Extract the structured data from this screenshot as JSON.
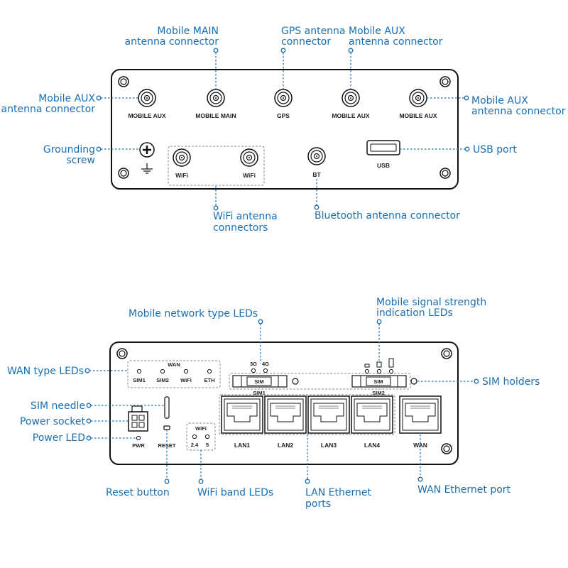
{
  "top_panel": {
    "connector_labels": {
      "mobile_aux_left": "MOBILE AUX",
      "mobile_main": "MOBILE MAIN",
      "gps": "GPS",
      "mobile_aux_mid": "MOBILE AUX",
      "mobile_aux_right": "MOBILE AUX",
      "wifi_left": "WiFi",
      "wifi_right": "WiFi",
      "bt": "BT",
      "usb": "USB"
    },
    "callouts": {
      "mobile_main_l1": "Mobile MAIN",
      "mobile_main_l2": "antenna  connector",
      "gps_l1": "GPS antenna",
      "gps_l2": "connector",
      "mobile_aux_top_l1": "Mobile AUX",
      "mobile_aux_top_l2": "antenna connector",
      "mobile_aux_left_l1": "Mobile AUX",
      "mobile_aux_left_l2": "antenna connector",
      "mobile_aux_right_l1": "Mobile AUX",
      "mobile_aux_right_l2": "antenna connector",
      "grounding_l1": "Grounding",
      "grounding_l2": "screw",
      "usb_port": "USB port",
      "wifi_l1": "WiFi antenna",
      "wifi_l2": "connectors",
      "bluetooth": "Bluetooth antenna connector"
    }
  },
  "bottom_panel": {
    "panel_labels": {
      "wan": "WAN",
      "sim1_led": "SIM1",
      "sim2_led": "SIM2",
      "wifi_led": "WiFi",
      "eth_led": "ETH",
      "g3": "3G",
      "g4": "4G",
      "sim_slot": "SIM",
      "sim1": "SIM1",
      "sim2": "SIM2",
      "wifi_band": "WiFi",
      "band_24": "2.4",
      "band_5": "5",
      "pwr": "PWR",
      "reset": "RESET",
      "lan1": "LAN1",
      "lan2": "LAN2",
      "lan3": "LAN3",
      "lan4": "LAN4",
      "wan_port": "WAN"
    },
    "callouts": {
      "mobile_network_type": "Mobile network type LEDs",
      "signal_l1": "Mobile signal strength",
      "signal_l2": "indication LEDs",
      "wan_type": "WAN type LEDs",
      "sim_holders": "SIM holders",
      "sim_needle": "SIM needle",
      "power_socket": "Power socket",
      "power_led": "Power LED",
      "reset_button": "Reset button",
      "wifi_band_leds": "WiFi band LEDs",
      "lan_l1": "LAN Ethernet",
      "lan_l2": "ports",
      "wan_ethernet": "WAN Ethernet port"
    }
  },
  "colors": {
    "accent": "#1a6fb3",
    "outline": "#111111"
  }
}
